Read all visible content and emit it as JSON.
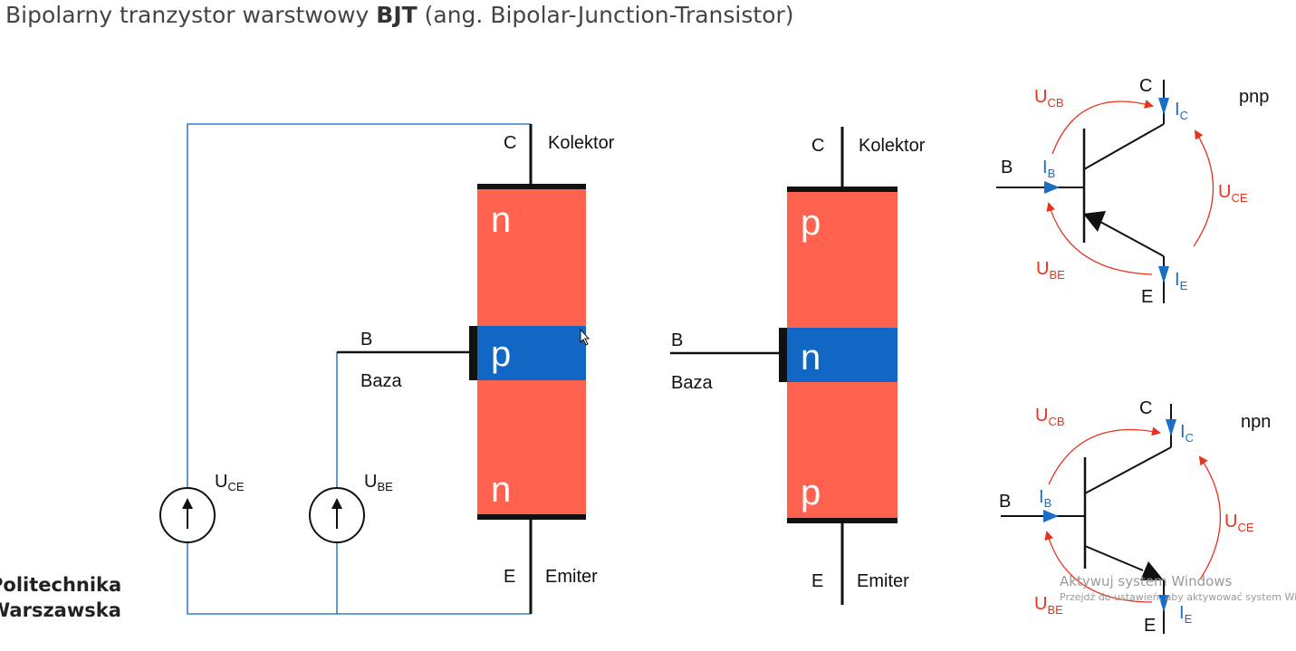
{
  "title": {
    "prefix": "Bipolarny tranzystor warstwowy ",
    "bold": "BJT",
    "suffix": " (ang. Bipolar-Junction-Transistor)"
  },
  "left_structure": {
    "collector_letter": "C",
    "collector_name": "Kolektor",
    "base_letter": "B",
    "base_name": "Baza",
    "emitter_letter": "E",
    "emitter_name": "Emiter",
    "layers": [
      "n",
      "p",
      "n"
    ],
    "source_uce": {
      "main": "U",
      "sub": "CE"
    },
    "source_ube": {
      "main": "U",
      "sub": "BE"
    }
  },
  "right_structure": {
    "collector_letter": "C",
    "collector_name": "Kolektor",
    "base_letter": "B",
    "base_name": "Baza",
    "emitter_letter": "E",
    "emitter_name": "Emiter",
    "layers": [
      "p",
      "n",
      "p"
    ]
  },
  "pnp_symbol": {
    "type_label": "pnp",
    "C": "C",
    "B": "B",
    "E": "E",
    "ucb": {
      "main": "U",
      "sub": "CB"
    },
    "uce": {
      "main": "U",
      "sub": "CE"
    },
    "ube": {
      "main": "U",
      "sub": "BE"
    },
    "ic": {
      "main": "I",
      "sub": "C"
    },
    "ib": {
      "main": "I",
      "sub": "B"
    },
    "ie": {
      "main": "I",
      "sub": "E"
    }
  },
  "npn_symbol": {
    "type_label": "npn",
    "C": "C",
    "B": "B",
    "E": "E",
    "ucb": {
      "main": "U",
      "sub": "CB"
    },
    "uce": {
      "main": "U",
      "sub": "CE"
    },
    "ube": {
      "main": "U",
      "sub": "BE"
    },
    "ic": {
      "main": "I",
      "sub": "C"
    },
    "ib": {
      "main": "I",
      "sub": "B"
    },
    "ie": {
      "main": "I",
      "sub": "E"
    }
  },
  "logo": {
    "line1": "Politechnika",
    "line2": "Warszawska"
  },
  "watermark": {
    "line1": "Aktywuj system Windows",
    "line2": "Przejdź do ustawień, aby aktywować system Windows."
  },
  "colors": {
    "semiconductor": "#ff6350",
    "base_layer": "#1266c4",
    "wire": "#3a7fc6",
    "voltage": "#e8321e",
    "current": "#1a6fc4"
  }
}
